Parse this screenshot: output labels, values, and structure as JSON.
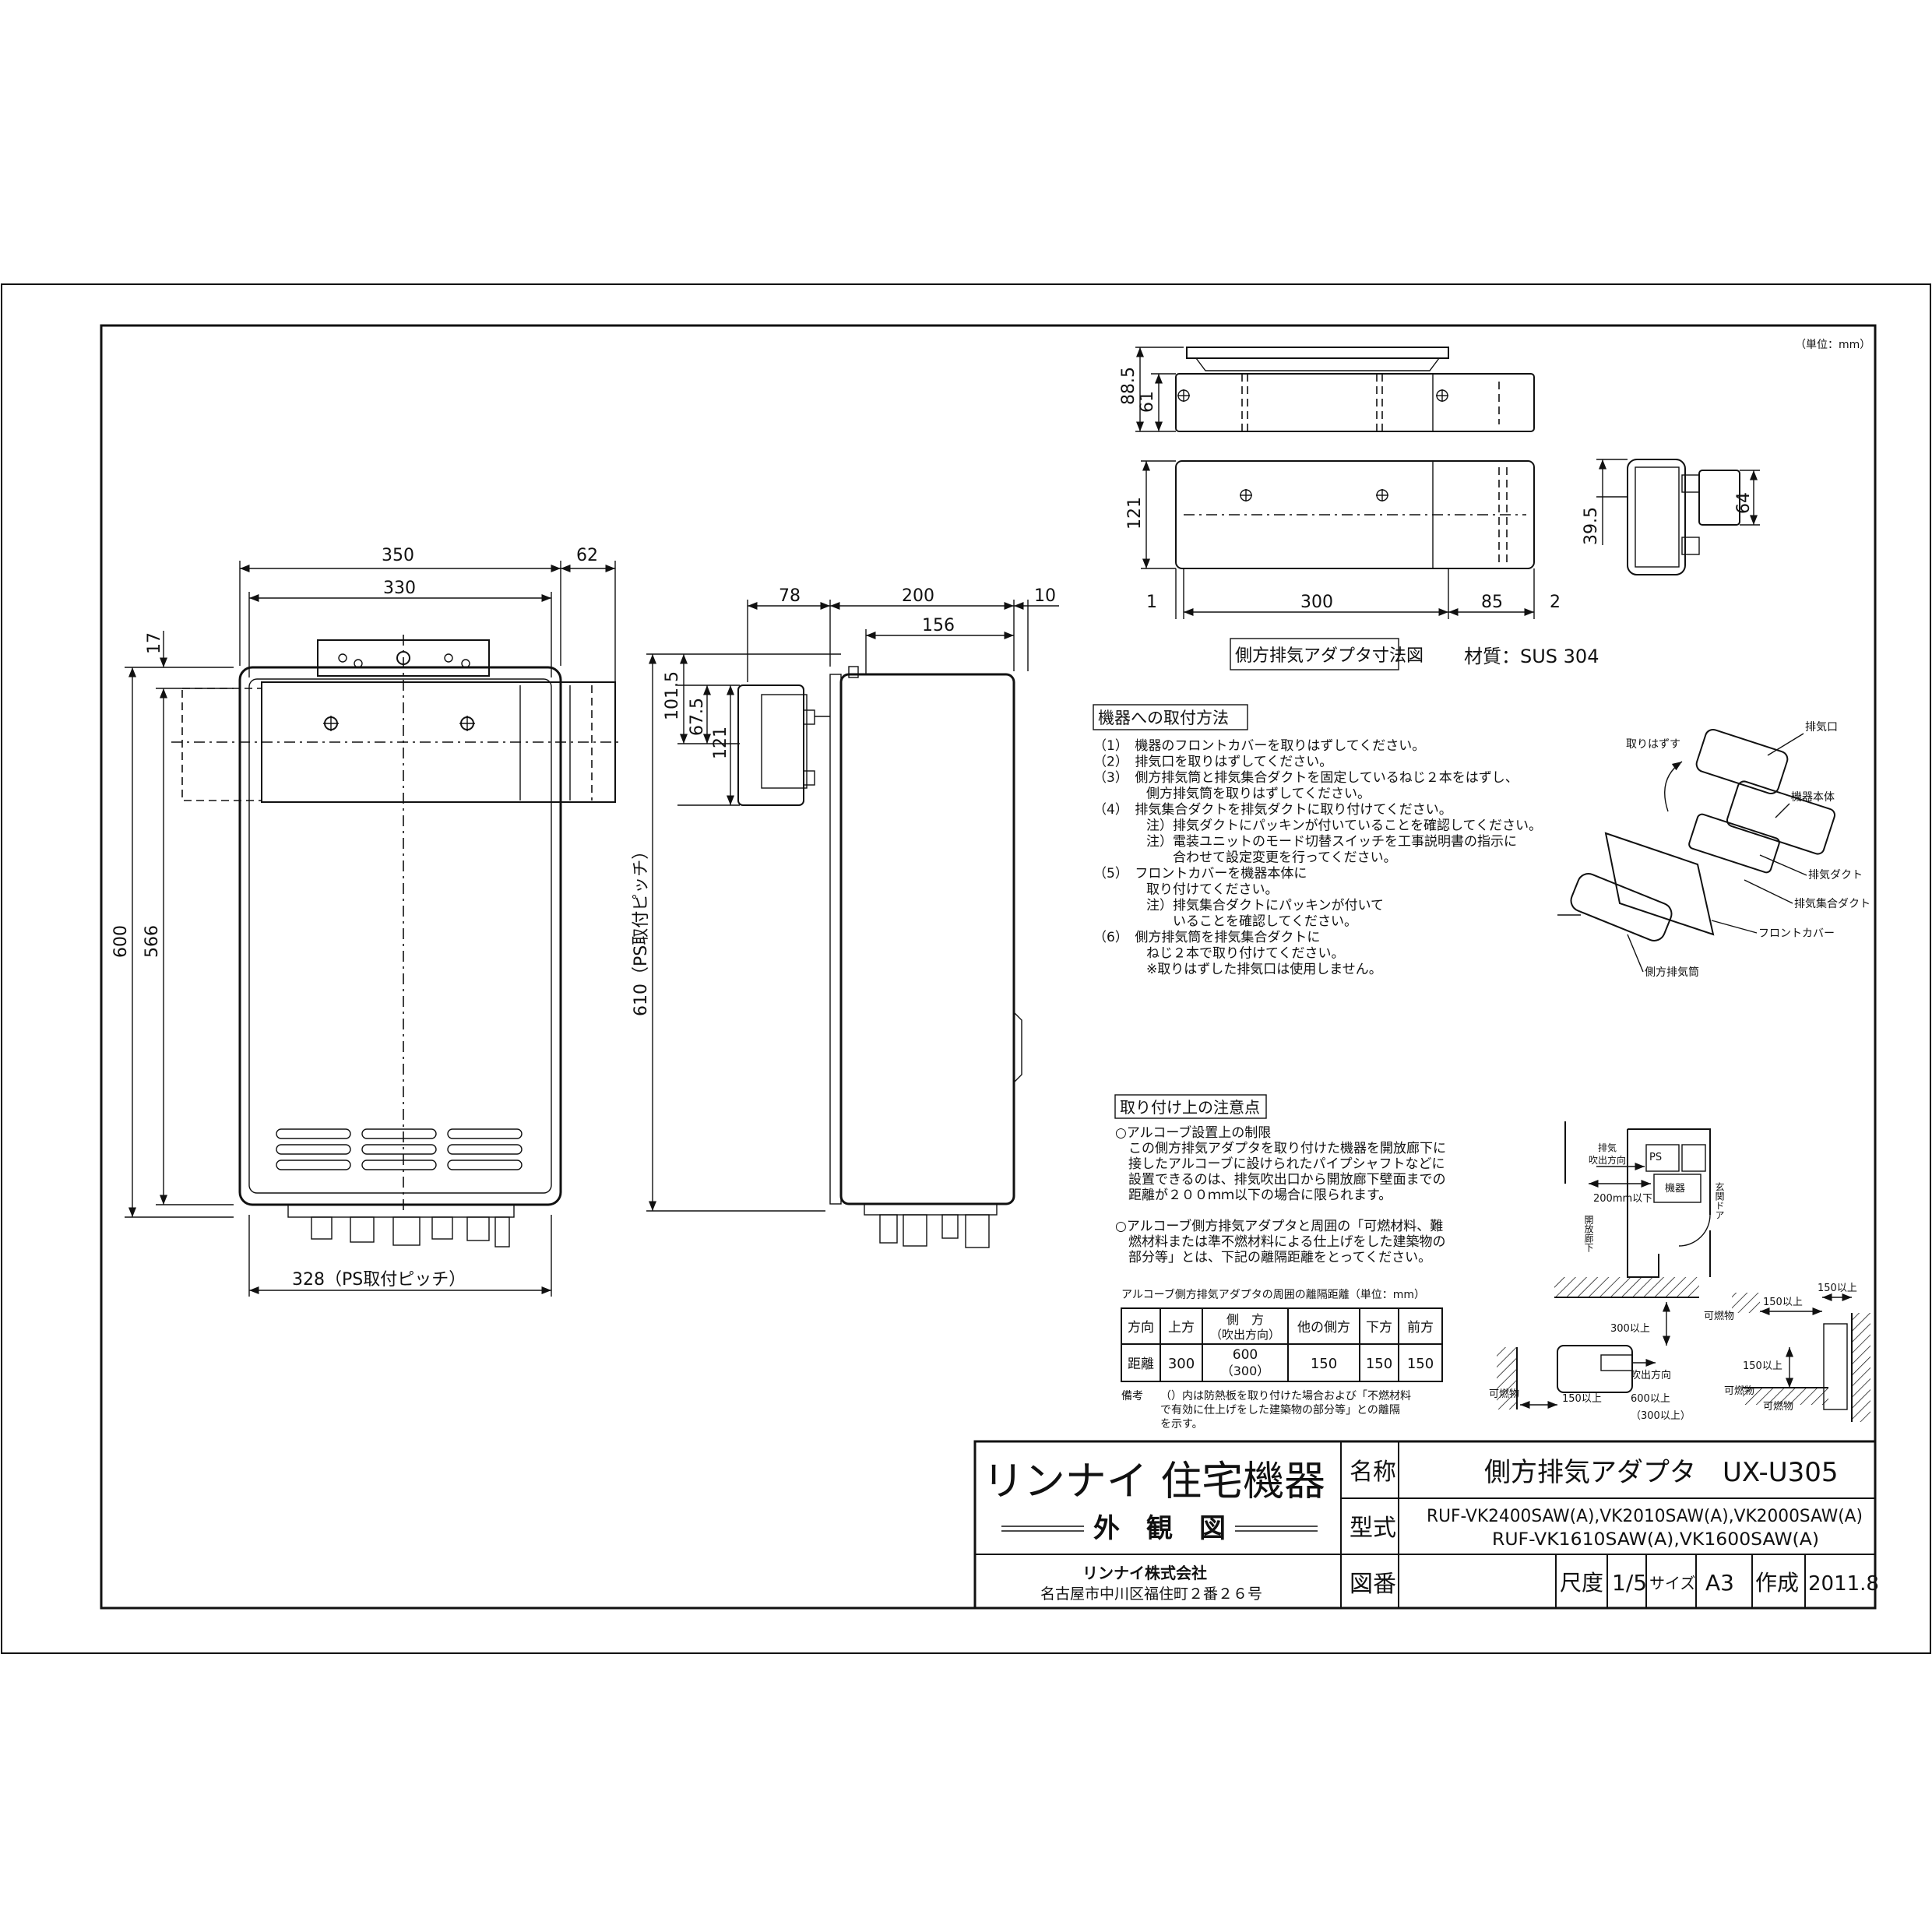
{
  "unit_note": "（単位：mm）",
  "front_view": {
    "dim_350": "350",
    "dim_330": "330",
    "dim_62": "62",
    "dim_17": "17",
    "dim_600": "600",
    "dim_566": "566",
    "dim_328": "328（PS取付ピッチ）"
  },
  "side_view": {
    "dim_78": "78",
    "dim_200": "200",
    "dim_10": "10",
    "dim_156": "156",
    "dim_101_5": "101.5",
    "dim_67_5": "67.5",
    "dim_121": "121",
    "dim_610": "610（PS取付ピッチ）"
  },
  "adapter_drawing": {
    "dim_88_5": "88.5",
    "dim_61": "61",
    "dim_121": "121",
    "dim_1": "1",
    "dim_300": "300",
    "dim_85": "85",
    "dim_2": "2",
    "dim_39_5": "39.5",
    "dim_64": "64",
    "title": "側方排気アダプタ寸法図",
    "material": "材質：SUS 304"
  },
  "install_method": {
    "title": "機器への取付方法",
    "lines": [
      "（1）　機器のフロントカバーを取りはずしてください。",
      "（2）　排気口を取りはずしてください。",
      "（3）　側方排気筒と排気集合ダクトを固定しているねじ２本をはずし、",
      "　　　　側方排気筒を取りはずしてください。",
      "（4）　排気集合ダクトを排気ダクトに取り付けてください。",
      "　　　　注）排気ダクトにパッキンが付いていることを確認してください。",
      "　　　　注）電装ユニットのモード切替スイッチを工事説明書の指示に",
      "　　　　　　合わせて設定変更を行ってください。",
      "（5）　フロントカバーを機器本体に",
      "　　　　取り付けてください。",
      "　　　　注）排気集合ダクトにパッキンが付いて",
      "　　　　　　いることを確認してください。",
      "（6）　側方排気筒を排気集合ダクトに",
      "　　　　ねじ２本で取り付けてください。",
      "　　　　※取りはずした排気口は使用しません。"
    ],
    "labels": {
      "remove": "取りはずす",
      "exhaust_port": "排気口",
      "body": "機器本体",
      "duct": "排気ダクト",
      "collect_duct": "排気集合ダクト",
      "front_cover": "フロントカバー",
      "side_pipe": "側方排気筒"
    }
  },
  "caution": {
    "title": "取り付け上の注意点",
    "lines": [
      "○アルコーブ設置上の制限",
      "　この側方排気アダプタを取り付けた機器を開放廊下に",
      "　接したアルコーブに設けられたパイプシャフトなどに",
      "　設置できるのは、排気吹出口から開放廊下壁面までの",
      "　距離が２００ｍｍ以下の場合に限られます。",
      "",
      "○アルコーブ側方排気アダプタと周囲の「可燃材料、難",
      "　燃材料または準不燃材料による仕上げをした建築物の",
      "　部分等」とは、下記の離隔距離をとってください。"
    ],
    "table_caption": "アルコーブ側方排気アダプタの周囲の離隔距離（単位：mm）",
    "table": {
      "headers": [
        "方向",
        "上方",
        "側　方\n（吹出方向）",
        "他の側方",
        "下方",
        "前方"
      ],
      "row": [
        "距離",
        "300",
        "600\n（300）",
        "150",
        "150",
        "150"
      ]
    },
    "remark_label": "備考",
    "remark": [
      "（）内は防熱板を取り付けた場合および「不燃材料",
      "で有効に仕上げをした建築物の部分等」との離隔",
      "を示す。"
    ],
    "plan_labels": {
      "exhaust_dir": "排気\n吹出方向",
      "ps": "PS",
      "device": "機器",
      "dist": "200mm以下",
      "corridor": "開放廊下",
      "door": "玄関ドア"
    },
    "section_labels": {
      "d300": "300以上",
      "d150a": "150以上",
      "d150b": "150以上",
      "d150c": "150以上",
      "d150d": "150以上",
      "d600": "600以上",
      "d300b": "（300以上）",
      "flam": "可燃物",
      "outlet": "吹出方向"
    }
  },
  "title_block": {
    "company_logo": "リンナイ 住宅機器",
    "drawing_type": "外　観　図",
    "company": "リンナイ株式会社",
    "address": "名古屋市中川区福住町２番２６号",
    "name_label": "名称",
    "name_value": "側方排気アダプタ　UX-U305",
    "model_label": "型式",
    "model_line1": "RUF-VK2400SAW(A),VK2010SAW(A),VK2000SAW(A)",
    "model_line2": "RUF-VK1610SAW(A),VK1600SAW(A)",
    "number_label": "図番",
    "scale_label": "尺度",
    "scale_value": "1/5",
    "size_label": "サイズ",
    "size_value": "A3",
    "date_label": "作成",
    "date_value": "2011.8"
  }
}
